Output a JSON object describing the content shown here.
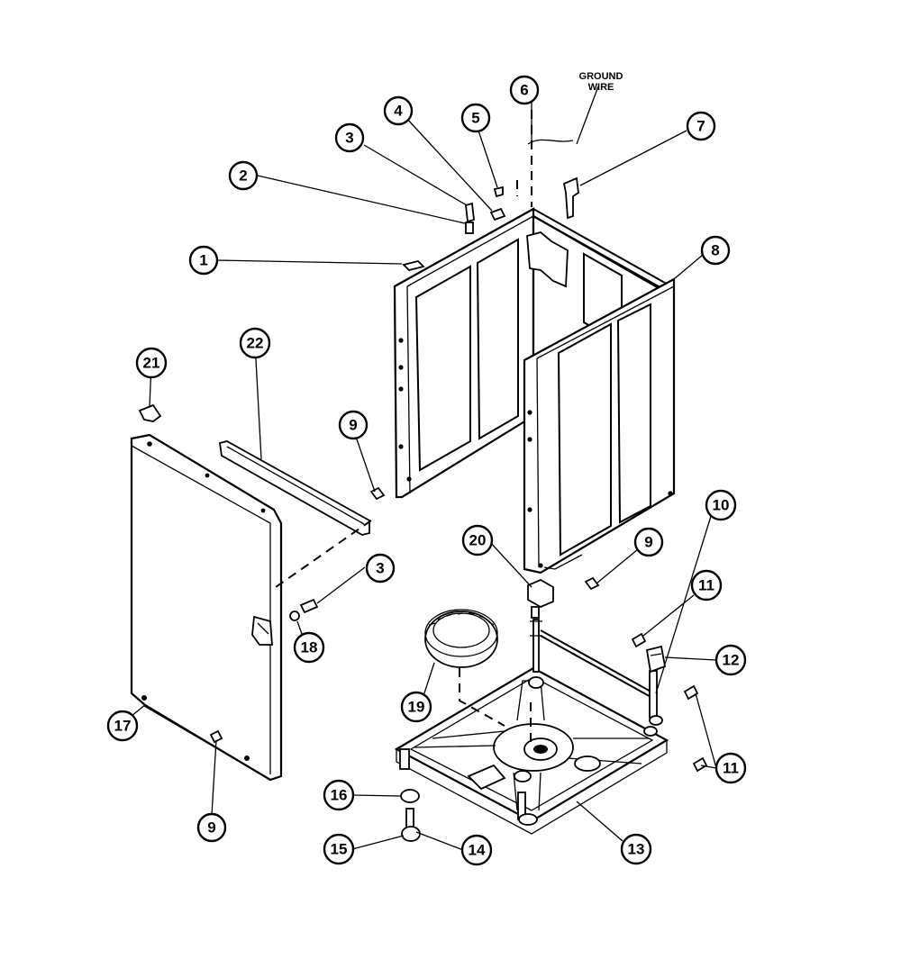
{
  "diagram": {
    "annotation": {
      "line1": "GROUND",
      "line2": "WIRE"
    },
    "callouts": [
      {
        "id": "c1",
        "number": "1"
      },
      {
        "id": "c2",
        "number": "2"
      },
      {
        "id": "c3a",
        "number": "3"
      },
      {
        "id": "c4",
        "number": "4"
      },
      {
        "id": "c5",
        "number": "5"
      },
      {
        "id": "c6",
        "number": "6"
      },
      {
        "id": "c7",
        "number": "7"
      },
      {
        "id": "c8",
        "number": "8"
      },
      {
        "id": "c9a",
        "number": "9"
      },
      {
        "id": "c9b",
        "number": "9"
      },
      {
        "id": "c9c",
        "number": "9"
      },
      {
        "id": "c10",
        "number": "10"
      },
      {
        "id": "c11a",
        "number": "11"
      },
      {
        "id": "c11b",
        "number": "11"
      },
      {
        "id": "c12",
        "number": "12"
      },
      {
        "id": "c13",
        "number": "13"
      },
      {
        "id": "c14",
        "number": "14"
      },
      {
        "id": "c15",
        "number": "15"
      },
      {
        "id": "c16",
        "number": "16"
      },
      {
        "id": "c17",
        "number": "17"
      },
      {
        "id": "c18",
        "number": "18"
      },
      {
        "id": "c19",
        "number": "19"
      },
      {
        "id": "c20",
        "number": "20"
      },
      {
        "id": "c3b",
        "number": "3"
      },
      {
        "id": "c21",
        "number": "21"
      },
      {
        "id": "c22",
        "number": "22"
      }
    ]
  }
}
